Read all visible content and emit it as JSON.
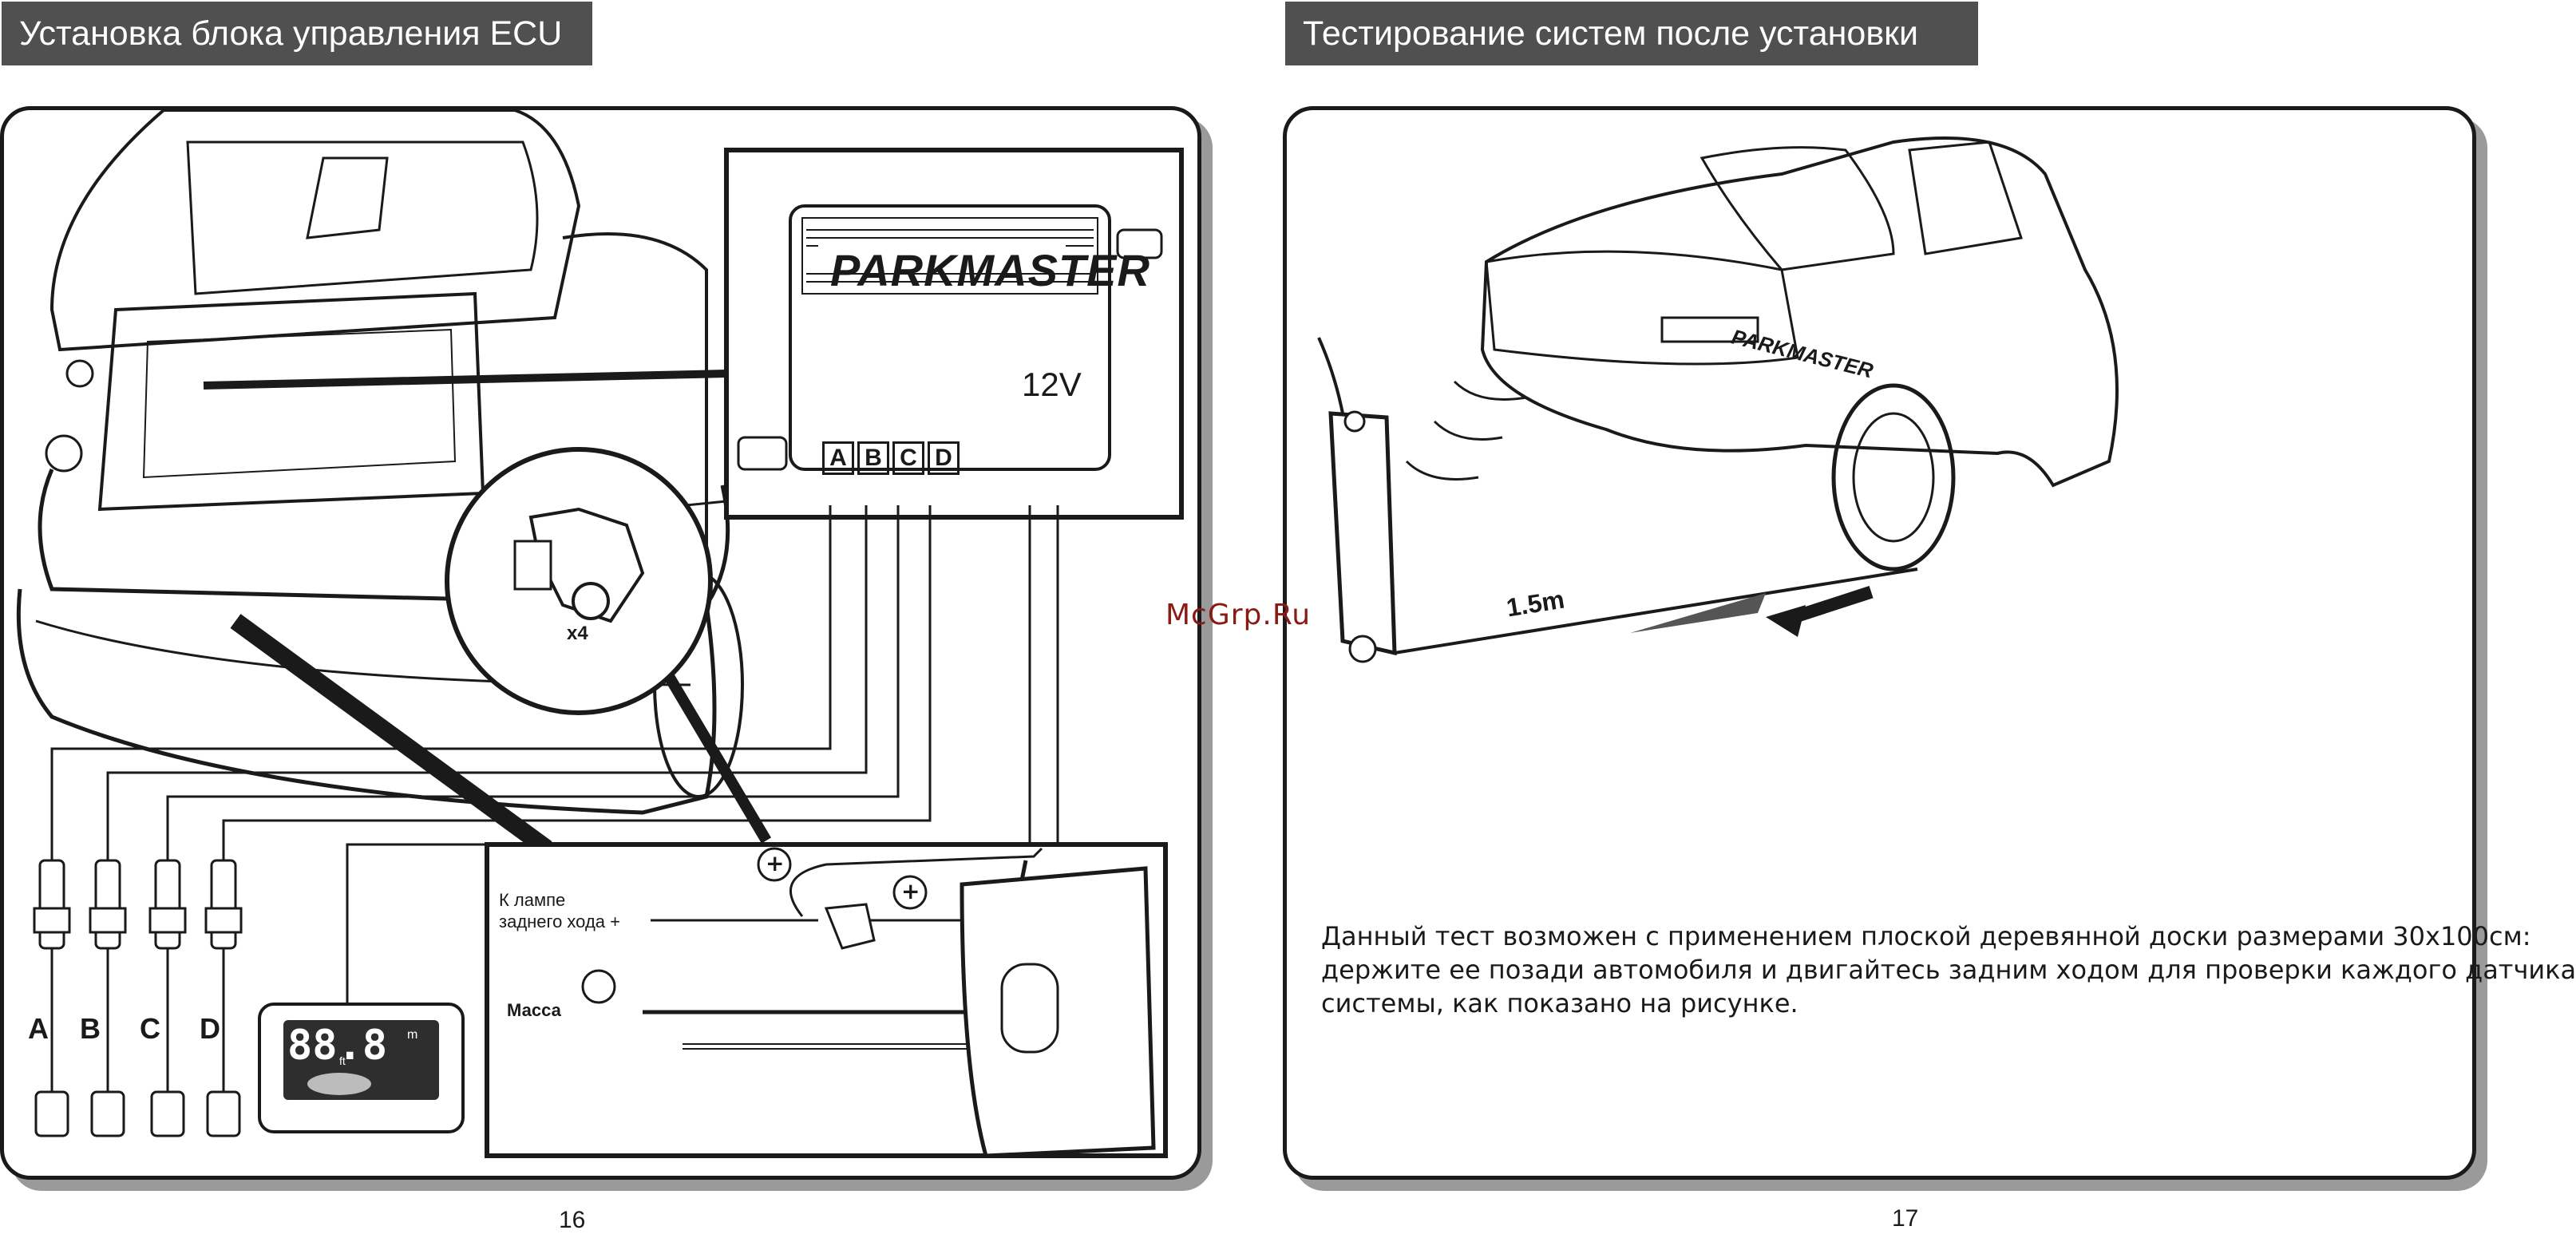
{
  "left_page": {
    "title": "Установка блока управления ECU",
    "page_number": "16",
    "ecu": {
      "brand": "PARKMASTER",
      "voltage": "12V",
      "ports": [
        "A",
        "B",
        "C",
        "D"
      ]
    },
    "connector_count": "x4",
    "sensor_labels": [
      "A",
      "B",
      "C",
      "D"
    ],
    "display": {
      "digits": "88.8",
      "unit_m": "m",
      "unit_ft": "ft"
    },
    "wiring": {
      "reverse_lamp_line1": "К лампе",
      "reverse_lamp_line2": "заднего хода +",
      "ground": "Масса",
      "plus_symbol": "+"
    }
  },
  "right_page": {
    "title": "Тестирование систем после установки",
    "page_number": "17",
    "plate": "PARKMASTER",
    "distance": "1.5m",
    "description_lines": [
      "Данный тест возможен с применением плоской деревянной доски размерами 30х100см:",
      "держите ее позади автомобиля и двигайтесь задним ходом для проверки каждого датчика",
      "системы, как показано на рисунке."
    ]
  },
  "watermark": "McGrp.Ru"
}
